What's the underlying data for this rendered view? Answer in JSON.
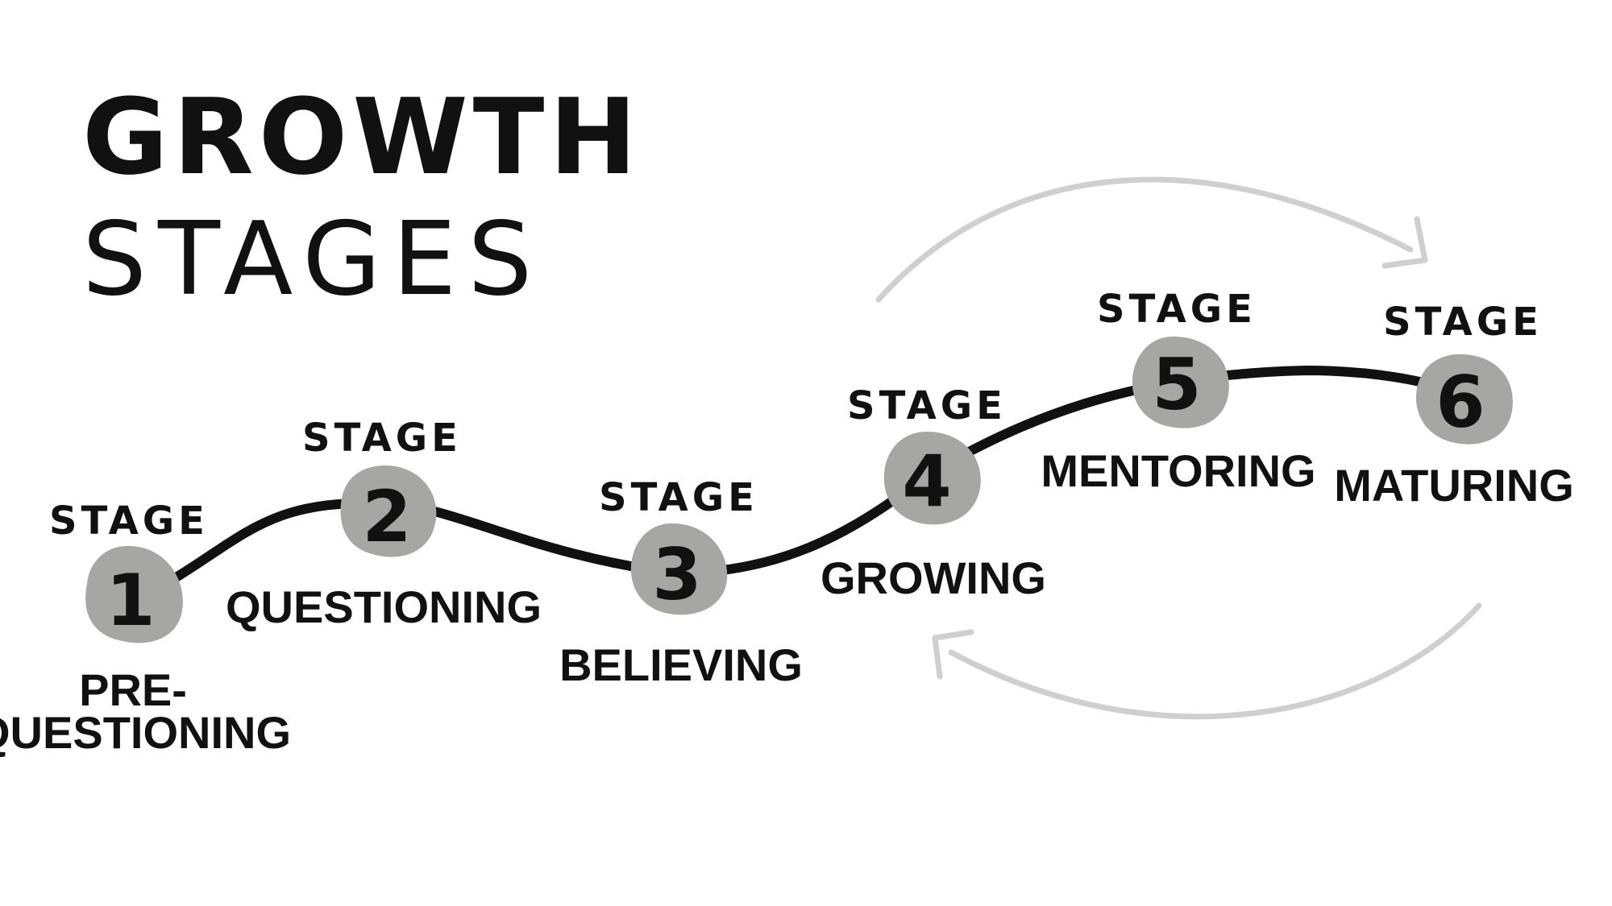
{
  "title": {
    "line1": "GROWTH",
    "line2": "STAGES"
  },
  "stages": [
    {
      "word": "STAGE",
      "number": "1",
      "label_lines": [
        "PRE-",
        "QUESTIONING"
      ]
    },
    {
      "word": "STAGE",
      "number": "2",
      "label_lines": [
        "QUESTIONING"
      ]
    },
    {
      "word": "STAGE",
      "number": "3",
      "label_lines": [
        "BELIEVING"
      ]
    },
    {
      "word": "STAGE",
      "number": "4",
      "label_lines": [
        "GROWING"
      ]
    },
    {
      "word": "STAGE",
      "number": "5",
      "label_lines": [
        "MENTORING"
      ]
    },
    {
      "word": "STAGE",
      "number": "6",
      "label_lines": [
        "MATURING"
      ]
    }
  ],
  "colors": {
    "text": "#111111",
    "path": "#111111",
    "blob": "#a6a6a4",
    "cycle_arrow": "#cfcfcf"
  },
  "icons": {
    "cycle_top": "curved-arrow-right-icon",
    "cycle_bottom": "curved-arrow-left-icon"
  }
}
